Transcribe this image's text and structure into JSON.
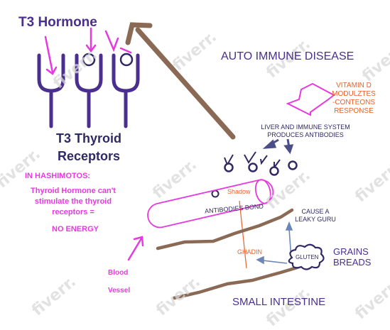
{
  "colors": {
    "purple": "#4a2f8f",
    "dark_blue": "#2f2a63",
    "pink": "#e63adf",
    "orange": "#e8622a",
    "brown": "#8a6a55",
    "arrow_blue": "#6d86b8"
  },
  "watermark": "fiverr.",
  "labels": {
    "t3_hormone": "T3 Hormone",
    "receptors_line1": "T3 Thyroid",
    "receptors_line2": "Receptors",
    "autoimmune": "AUTO IMMUNE DISEASE",
    "vitamin_d": [
      "VITAMIN D",
      "MODULZTES",
      "-CONTEONS",
      "RESPONSE"
    ],
    "liver": [
      "LIVER AND IMMUNE SYSTEM",
      "PRODUCES ANTIBODIES"
    ],
    "hashimotos": "IN HASHIMOTOS:",
    "thyroid_cant": [
      "Thyroid Hormone can't",
      "stimulate the thyroid",
      "receptors    ="
    ],
    "no_energy": "NO ENERGY",
    "shadow": "Shadow",
    "antibodies_bond": "ANTIBODIES BOND",
    "leaky_gut": [
      "CAUSE A",
      "LEAKY GURU"
    ],
    "ghadin": "GHADIN",
    "gluten": "GLUTEN",
    "grains": [
      "GRAINS",
      "BREADS"
    ],
    "blood": "Blood",
    "vessel": "Vessel",
    "small_intestine": "SMALL INTESTINE"
  }
}
